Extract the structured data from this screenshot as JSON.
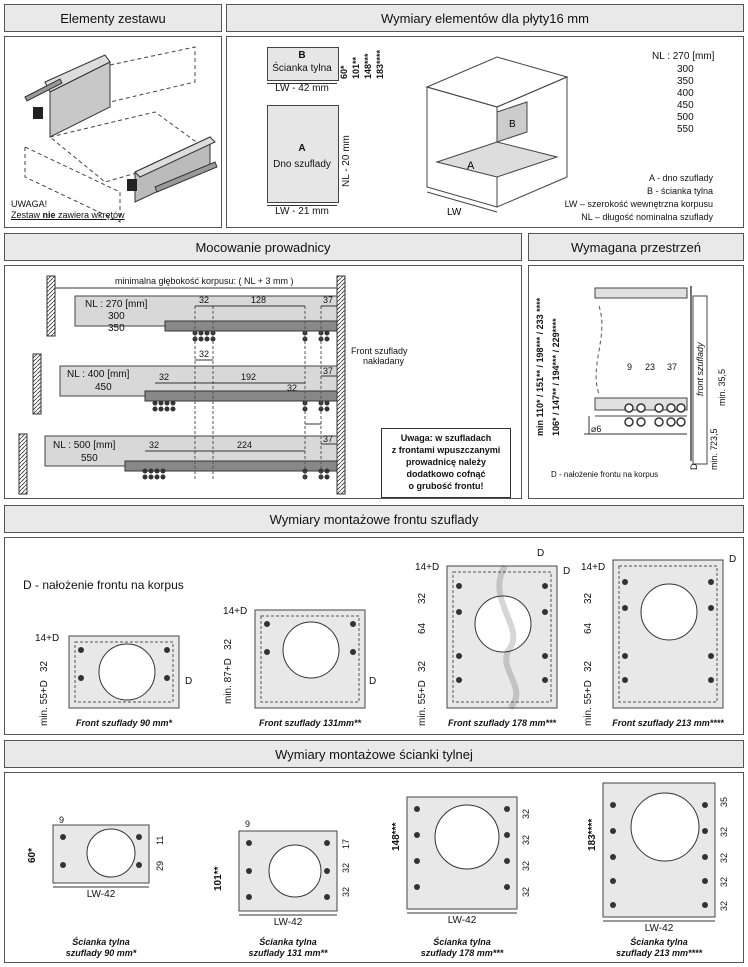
{
  "sections": {
    "elements": "Elementy zestawu",
    "dims16": "Wymiary elementów dla płyty16 mm",
    "mounting": "Mocowanie prowadnicy",
    "space": "Wymagana przestrzeń",
    "front": "Wymiary montażowe frontu szuflady",
    "back": "Wymiary montażowe ścianki tylnej"
  },
  "elements": {
    "warn1": "UWAGA!",
    "warn2a": "Zestaw ",
    "warn2b": "nie",
    "warn2c": " zawiera wkrętów"
  },
  "dims": {
    "b_letter": "B",
    "b_name": "Ścianka tylna",
    "b_heights": [
      "60*",
      "101**",
      "148***",
      "183****"
    ],
    "b_width": "LW - 42 mm",
    "a_letter": "A",
    "a_name": "Dno szuflady",
    "a_depth": "NL - 20 mm",
    "a_width": "LW - 21 mm",
    "iso_a": "A",
    "iso_b": "B",
    "iso_lw": "LW",
    "nl_title": "NL : 270 [mm]",
    "nl_values": [
      "300",
      "350",
      "400",
      "450",
      "500",
      "550"
    ],
    "legend": [
      "A - dno szuflady",
      "B - ścianka tylna",
      "LW – szerokość wewnętrzna korpusu",
      "NL – długość nominalna szuflady"
    ]
  },
  "mounting": {
    "min_depth": "minimalna głębokość korpusu: ( NL + 3 mm )",
    "rails": [
      {
        "nl": "NL : 270 [mm]",
        "more": [
          "300",
          "350"
        ],
        "a": "32",
        "b": "128",
        "c": "37"
      },
      {
        "nl": "NL : 400 [mm]",
        "more": [
          "450"
        ],
        "a": "32",
        "b": "192",
        "c": "37"
      },
      {
        "nl": "NL : 500 [mm]",
        "more": [
          "550"
        ],
        "a": "32",
        "b": "224",
        "c": "37"
      }
    ],
    "mid32": [
      "32",
      "32"
    ],
    "front_label": [
      "Front szuflady",
      "nakładany"
    ],
    "warning": [
      "Uwaga: w szufladach",
      "z frontami wpuszczanymi",
      "prowadnicę należy",
      "dodatkowo cofnąć",
      "o grubość frontu!"
    ]
  },
  "space": {
    "v1": "min 110* / 151** / 198*** / 233 ****",
    "v2": "106* / 147** / 194*** / 229****",
    "d9": "9",
    "d23": "23",
    "d37": "37",
    "phi": "⌀6",
    "fs": "front szuflady",
    "m355": "min. 35,5",
    "d235": "23,5",
    "d7": "min. 7",
    "D": "D",
    "note": "D - nałożenie frontu na korpus"
  },
  "front": {
    "note": "D - nałożenie frontu na korpus",
    "items": [
      {
        "caption": "Front szuflady 90 mm*",
        "top": "14+D",
        "mid": "32",
        "bot": "min. 55+D"
      },
      {
        "caption": "Front szuflady 131mm**",
        "top": "14+D",
        "mid": "32",
        "bot": "min. 87+D"
      },
      {
        "caption": "Front szuflady 178 mm***",
        "top": "14+D",
        "mid": "32",
        "mid2": "64",
        "mid3": "32",
        "bot": "min. 55+D"
      },
      {
        "caption": "Front szuflady 213 mm****",
        "top": "14+D",
        "mid": "32",
        "mid2": "64",
        "mid3": "32",
        "bot": "min. 55+D"
      }
    ],
    "D": "D"
  },
  "back": {
    "items": [
      {
        "h": "60*",
        "w": "LW-42",
        "n9": "9",
        "r": [
          "11",
          "29"
        ],
        "cap1": "Ścianka tylna",
        "cap2": "szuflady 90 mm*"
      },
      {
        "h": "101**",
        "w": "LW-42",
        "n9": "9",
        "r": [
          "17",
          "32",
          "32"
        ],
        "cap1": "Ścianka tylna",
        "cap2": "szuflady 131 mm**"
      },
      {
        "h": "148***",
        "w": "LW-42",
        "r": [
          "32",
          "32",
          "32",
          "32"
        ],
        "cap1": "Ścianka tylna",
        "cap2": "szuflady 178 mm***"
      },
      {
        "h": "183****",
        "w": "LW-42",
        "r": [
          "35",
          "32",
          "32",
          "32",
          "32"
        ],
        "cap1": "Ścianka tylna",
        "cap2": "szuflady 213 mm****"
      }
    ]
  }
}
